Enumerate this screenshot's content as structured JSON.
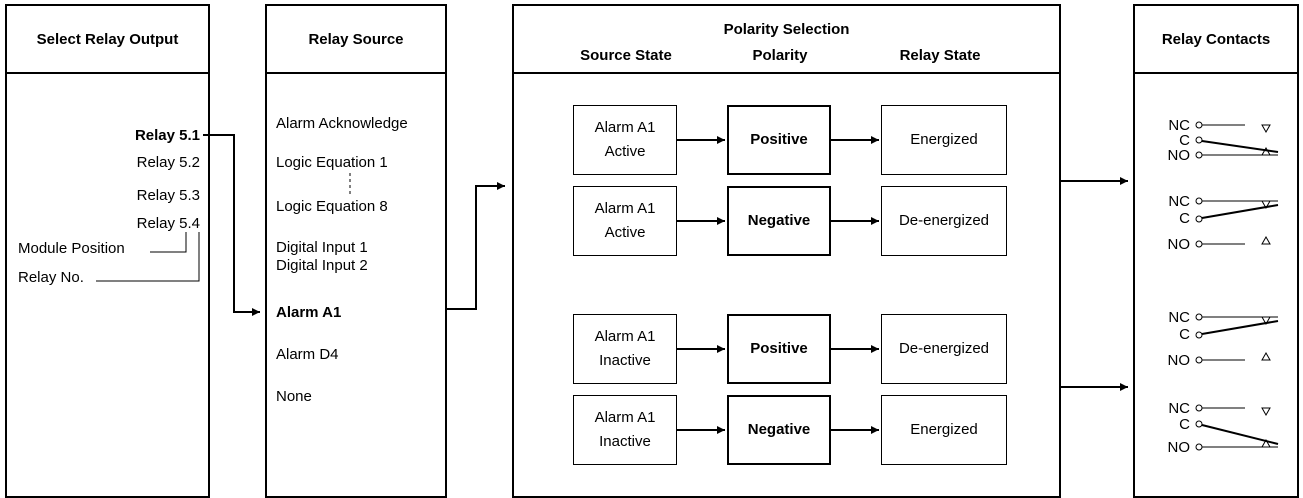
{
  "panels": {
    "select_output": {
      "title": "Select Relay Output",
      "relays": [
        "Relay 5.1",
        "Relay 5.2",
        "Relay 5.3",
        "Relay 5.4"
      ],
      "module_position_label": "Module Position",
      "relay_no_label": "Relay No."
    },
    "relay_source": {
      "title": "Relay Source",
      "items": [
        "Alarm Acknowledge",
        "Logic Equation 1",
        "Logic Equation 8",
        "Digital Input 1",
        "Digital Input 2",
        "Alarm A1",
        "Alarm D4",
        "None"
      ]
    },
    "polarity_selection": {
      "title": "Polarity Selection",
      "col_source_state": "Source State",
      "col_polarity": "Polarity",
      "col_relay_state": "Relay State",
      "rows": [
        {
          "source_line1": "Alarm A1",
          "source_line2": "Active",
          "polarity": "Positive",
          "relay_state": "Energized"
        },
        {
          "source_line1": "Alarm A1",
          "source_line2": "Active",
          "polarity": "Negative",
          "relay_state": "De-energized"
        },
        {
          "source_line1": "Alarm A1",
          "source_line2": "Inactive",
          "polarity": "Positive",
          "relay_state": "De-energized"
        },
        {
          "source_line1": "Alarm A1",
          "source_line2": "Inactive",
          "polarity": "Negative",
          "relay_state": "Energized"
        }
      ]
    },
    "relay_contacts": {
      "title": "Relay Contacts",
      "groups": [
        {
          "nc": "NC",
          "c": "C",
          "no": "NO",
          "state": "energized"
        },
        {
          "nc": "NC",
          "c": "C",
          "no": "NO",
          "state": "de-energized"
        },
        {
          "nc": "NC",
          "c": "C",
          "no": "NO",
          "state": "de-energized"
        },
        {
          "nc": "NC",
          "c": "C",
          "no": "NO",
          "state": "energized"
        }
      ]
    }
  }
}
